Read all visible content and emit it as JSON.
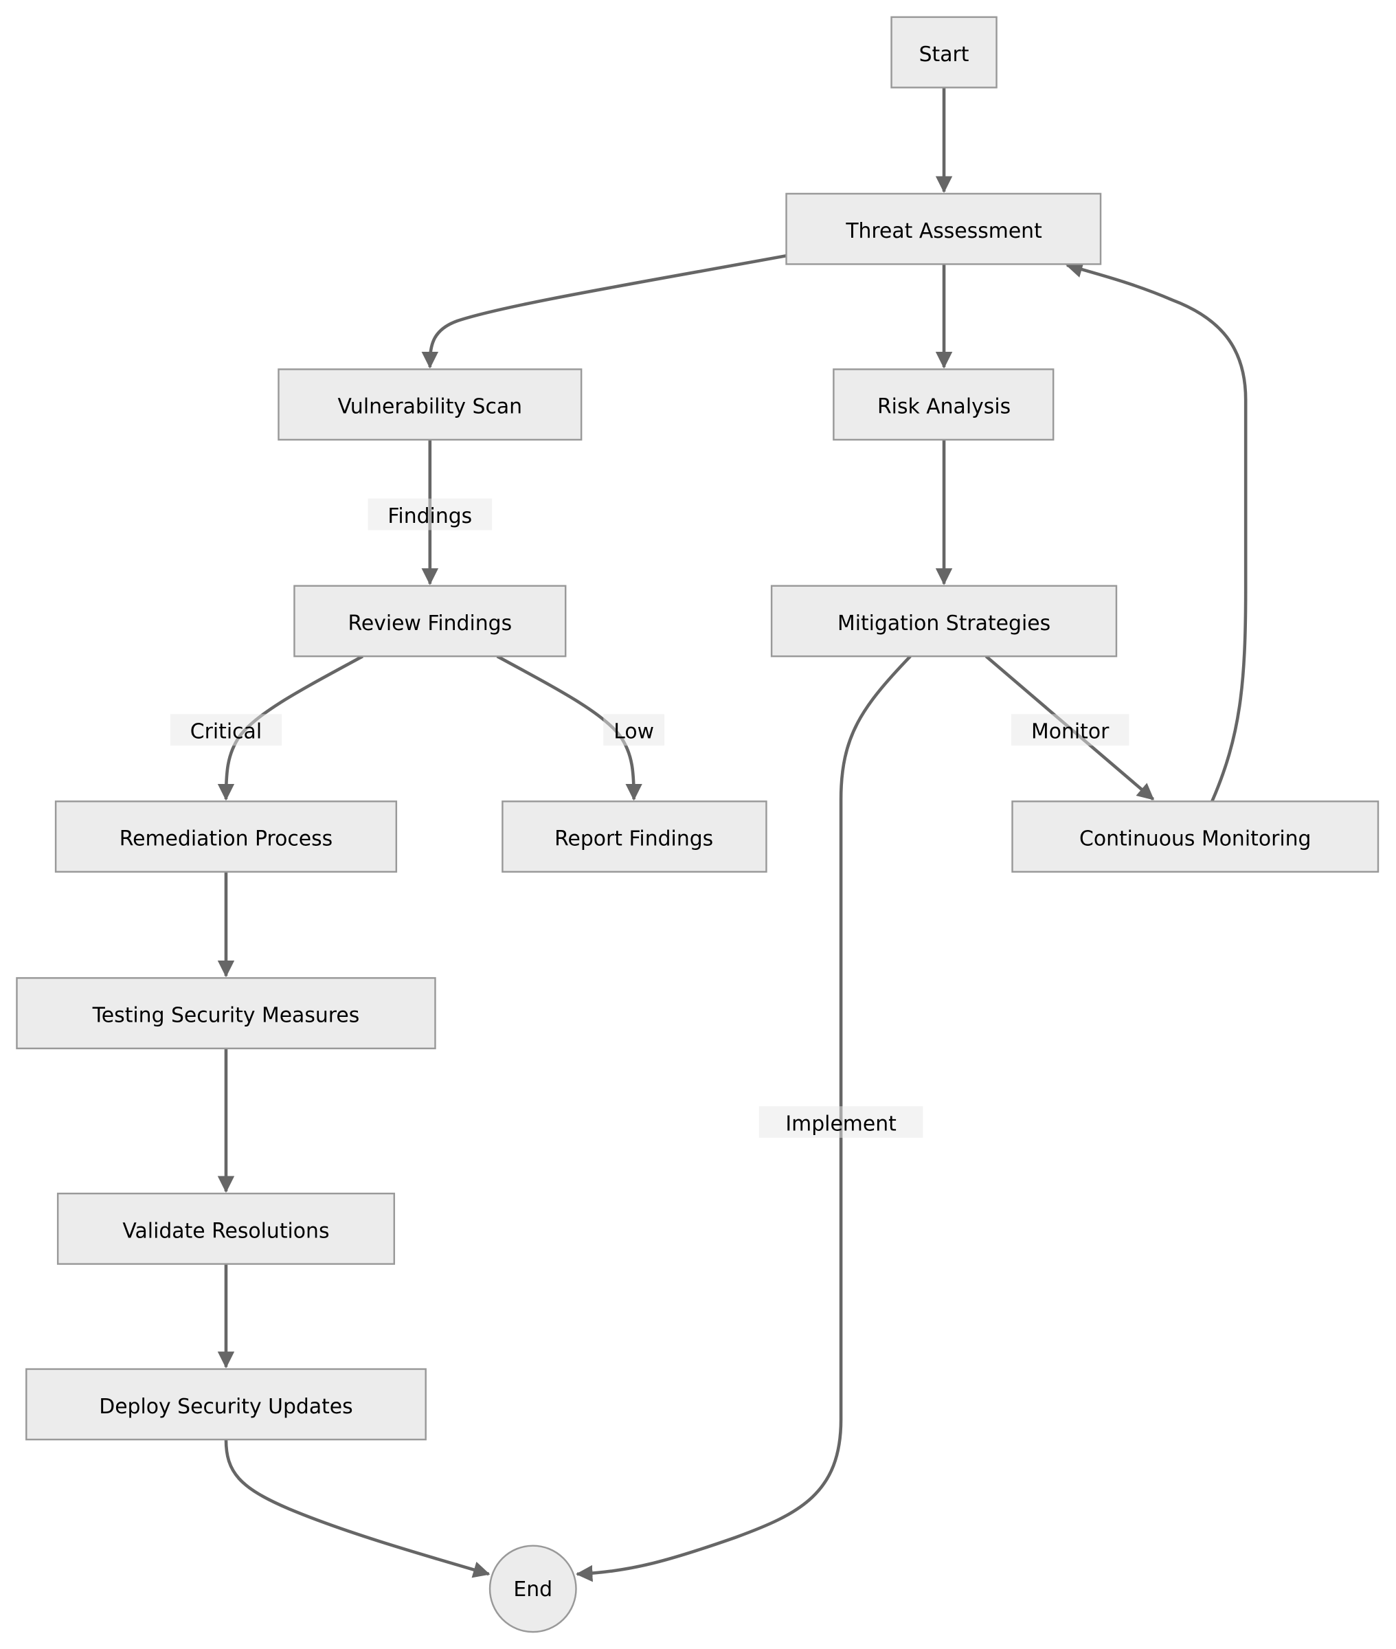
{
  "diagram": {
    "type": "flowchart",
    "colors": {
      "node_fill": "#ECECEC",
      "node_stroke": "#999999",
      "edge": "#666666",
      "text": "#000000",
      "background": "#FFFFFF"
    },
    "nodes": {
      "start": "Start",
      "threat_assessment": "Threat Assessment",
      "vulnerability_scan": "Vulnerability Scan",
      "risk_analysis": "Risk Analysis",
      "review_findings": "Review Findings",
      "mitigation_strategies": "Mitigation Strategies",
      "remediation_process": "Remediation Process",
      "report_findings": "Report Findings",
      "continuous_monitoring": "Continuous Monitoring",
      "testing_security_measures": "Testing Security Measures",
      "validate_resolutions": "Validate Resolutions",
      "deploy_security_updates": "Deploy Security Updates",
      "end": "End"
    },
    "edges": [
      {
        "from": "Start",
        "to": "Threat Assessment",
        "label": ""
      },
      {
        "from": "Threat Assessment",
        "to": "Vulnerability Scan",
        "label": ""
      },
      {
        "from": "Threat Assessment",
        "to": "Risk Analysis",
        "label": ""
      },
      {
        "from": "Vulnerability Scan",
        "to": "Review Findings",
        "label": "Findings"
      },
      {
        "from": "Risk Analysis",
        "to": "Mitigation Strategies",
        "label": ""
      },
      {
        "from": "Review Findings",
        "to": "Remediation Process",
        "label": "Critical"
      },
      {
        "from": "Review Findings",
        "to": "Report Findings",
        "label": "Low"
      },
      {
        "from": "Mitigation Strategies",
        "to": "Continuous Monitoring",
        "label": "Monitor"
      },
      {
        "from": "Mitigation Strategies",
        "to": "End",
        "label": "Implement"
      },
      {
        "from": "Continuous Monitoring",
        "to": "Threat Assessment",
        "label": ""
      },
      {
        "from": "Remediation Process",
        "to": "Testing Security Measures",
        "label": ""
      },
      {
        "from": "Testing Security Measures",
        "to": "Validate Resolutions",
        "label": ""
      },
      {
        "from": "Validate Resolutions",
        "to": "Deploy Security Updates",
        "label": ""
      },
      {
        "from": "Deploy Security Updates",
        "to": "End",
        "label": ""
      }
    ],
    "edge_labels": {
      "findings": "Findings",
      "critical": "Critical",
      "low": "Low",
      "monitor": "Monitor",
      "implement": "Implement"
    }
  }
}
